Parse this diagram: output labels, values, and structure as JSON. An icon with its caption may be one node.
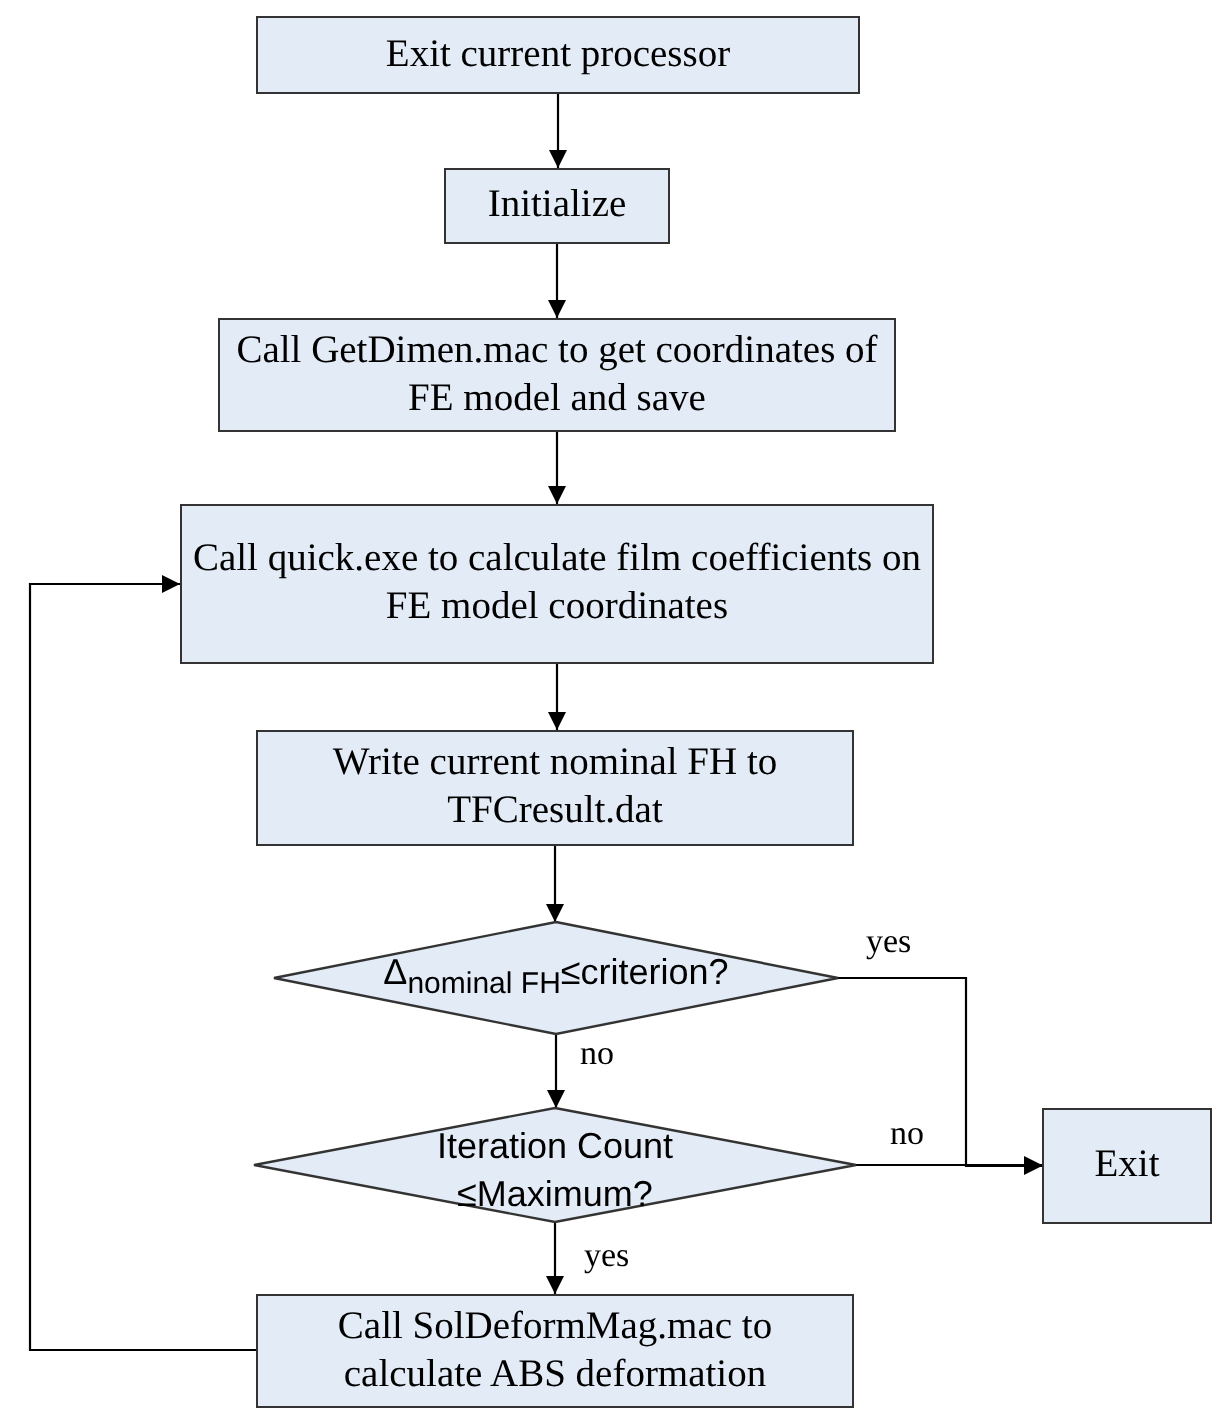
{
  "diagram": {
    "nodes": [
      {
        "text": [
          "Exit current processor"
        ]
      },
      {
        "text": [
          "Initialize"
        ]
      },
      {
        "text": [
          "Call GetDimen.mac to get coordinates of FE model and save"
        ]
      },
      {
        "text": [
          "Call quick.exe to calculate film coefficients on FE model coordinates"
        ]
      },
      {
        "text": [
          "Write current nominal FH to TFCresult.dat"
        ]
      },
      {
        "text": [
          "Δ$_{nominal FH}$≤criterion?"
        ]
      },
      {
        "text": [
          "Iteration Count ≤Maximum?"
        ]
      },
      {
        "text": [
          "Exit"
        ]
      },
      {
        "text": [
          "Call SolDeformMag.mac to calculate ABS deformation"
        ]
      }
    ],
    "edges": [
      {
        "from": 0,
        "to": 1,
        "arrow": "to"
      },
      {
        "from": 1,
        "to": 2,
        "arrow": "to"
      },
      {
        "from": 2,
        "to": 3,
        "arrow": "to"
      },
      {
        "from": 3,
        "to": 4,
        "arrow": "to"
      },
      {
        "from": 4,
        "to": 5,
        "arrow": "to"
      },
      {
        "from": 5,
        "to": 6,
        "arrow": "to",
        "label": "no"
      },
      {
        "from": 5,
        "to": 7,
        "arrow": "to",
        "label": "yes"
      },
      {
        "from": 6,
        "to": 7,
        "arrow": "to",
        "label": "no"
      },
      {
        "from": 6,
        "to": 8,
        "arrow": "to",
        "label": "yes"
      },
      {
        "from": 8,
        "to": 3,
        "arrow": "to"
      }
    ]
  }
}
